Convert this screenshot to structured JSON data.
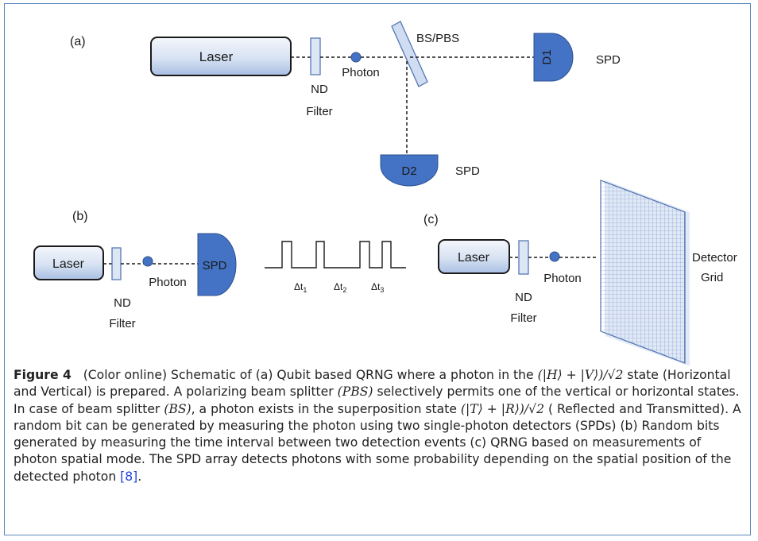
{
  "panels": {
    "a": {
      "label": "(a)",
      "laser": "Laser",
      "filter_line1": "ND",
      "filter_line2": "Filter",
      "photon": "Photon",
      "splitter": "BS/PBS",
      "d1": "D1",
      "d1_type": "SPD",
      "d2": "D2",
      "d2_type": "SPD"
    },
    "b": {
      "label": "(b)",
      "laser": "Laser",
      "filter_line1": "ND",
      "filter_line2": "Filter",
      "photon": "Photon",
      "detector": "SPD",
      "intervals": [
        "Δt1",
        "Δt2",
        "Δt3"
      ]
    },
    "c": {
      "label": "(c)",
      "laser": "Laser",
      "filter_line1": "ND",
      "filter_line2": "Filter",
      "photon": "Photon",
      "grid_line1": "Detector",
      "grid_line2": "Grid"
    }
  },
  "caption": {
    "figure_label": "Figure 4",
    "part1": "(Color online) Schematic of (a) Qubit based QRNG where a photon in the",
    "state_hv": "(|H⟩ + |V⟩)/√2",
    "part2": "state (Horizontal and Vertical) is prepared. A polarizing beam splitter",
    "pbs": "(PBS)",
    "part3": "selectively permits one of the vertical or horizontal states. In case of beam splitter",
    "bs": "(BS)",
    "part4": ", a photon exists in the superposition state",
    "state_tr": "(|T⟩ + |R⟩)/√2",
    "part5": "( Reflected and Transmitted). A random bit can be generated by measuring the photon using two single-photon detectors (SPDs) (b) Random bits generated by measuring the time interval between two detection events (c) QRNG based on measurements of photon spatial mode. The SPD array detects photons with some probability depending on the spatial position of the detected photon",
    "ref": "[8]",
    "end": "."
  },
  "colors": {
    "frame": "#5b86b8",
    "detector": "#4472c4",
    "detector_edge": "#2f528f",
    "photon": "#4472c4",
    "laser_fill_light": "#eef3fb",
    "laser_fill_dark": "#b9cbe8",
    "grid": "#6f8fcc"
  }
}
